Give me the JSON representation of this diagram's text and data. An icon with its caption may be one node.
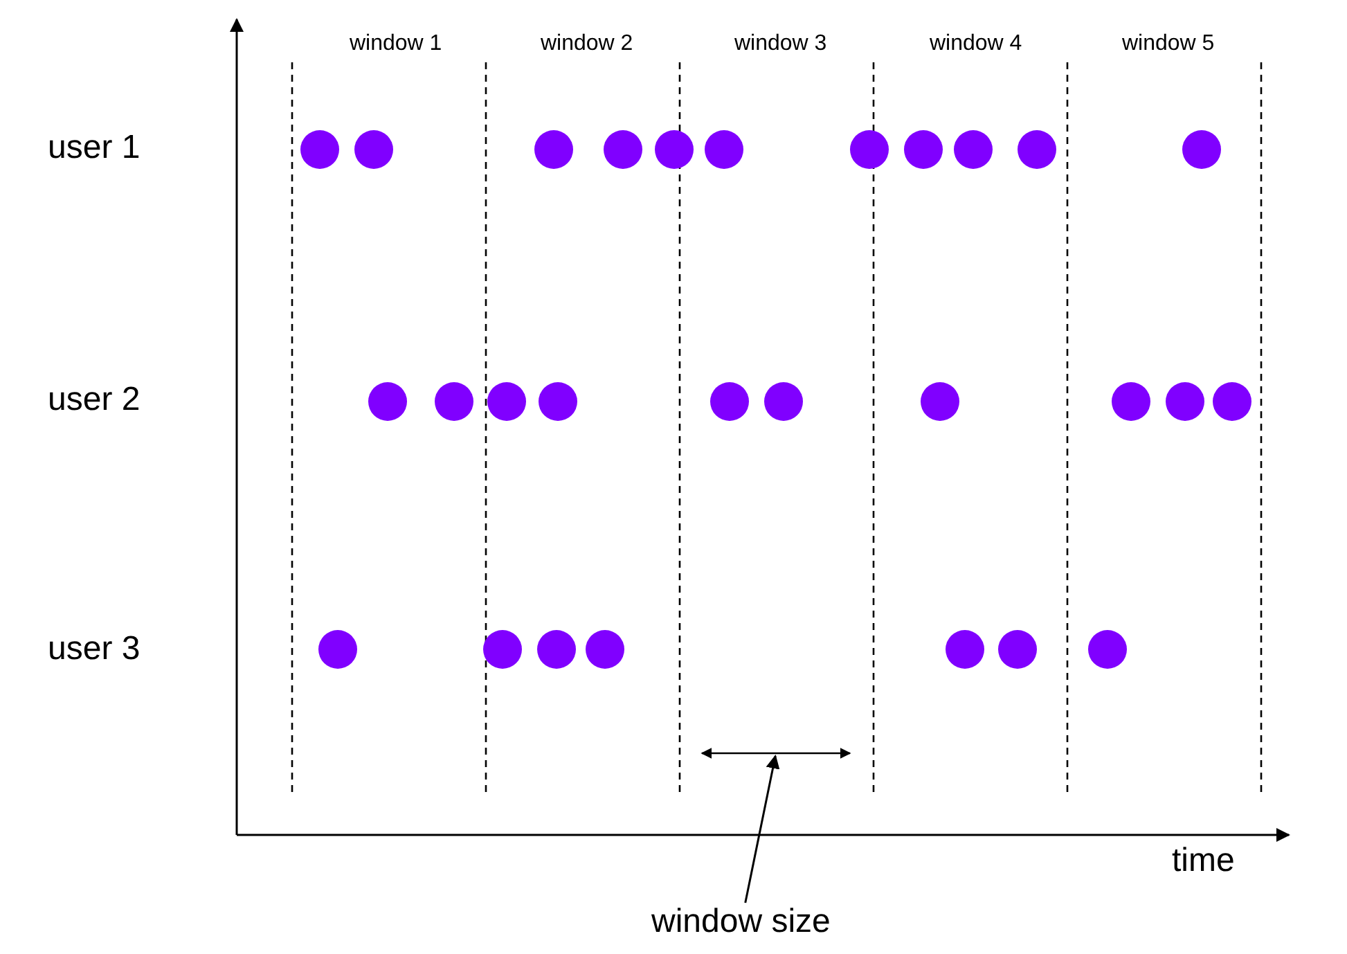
{
  "diagram": {
    "nodes": [
      {
        "text": [],
        "shape": "arrow"
      },
      {
        "text": [
          "window size"
        ]
      }
    ],
    "edges": [
      {
        "from": 1,
        "to": 0,
        "arrow": "to"
      }
    ],
    "labels": [
      "window 1",
      "window 2",
      "window 3",
      "window 4",
      "window 5",
      "user 1",
      "user 2",
      "user 3",
      "time"
    ]
  }
}
